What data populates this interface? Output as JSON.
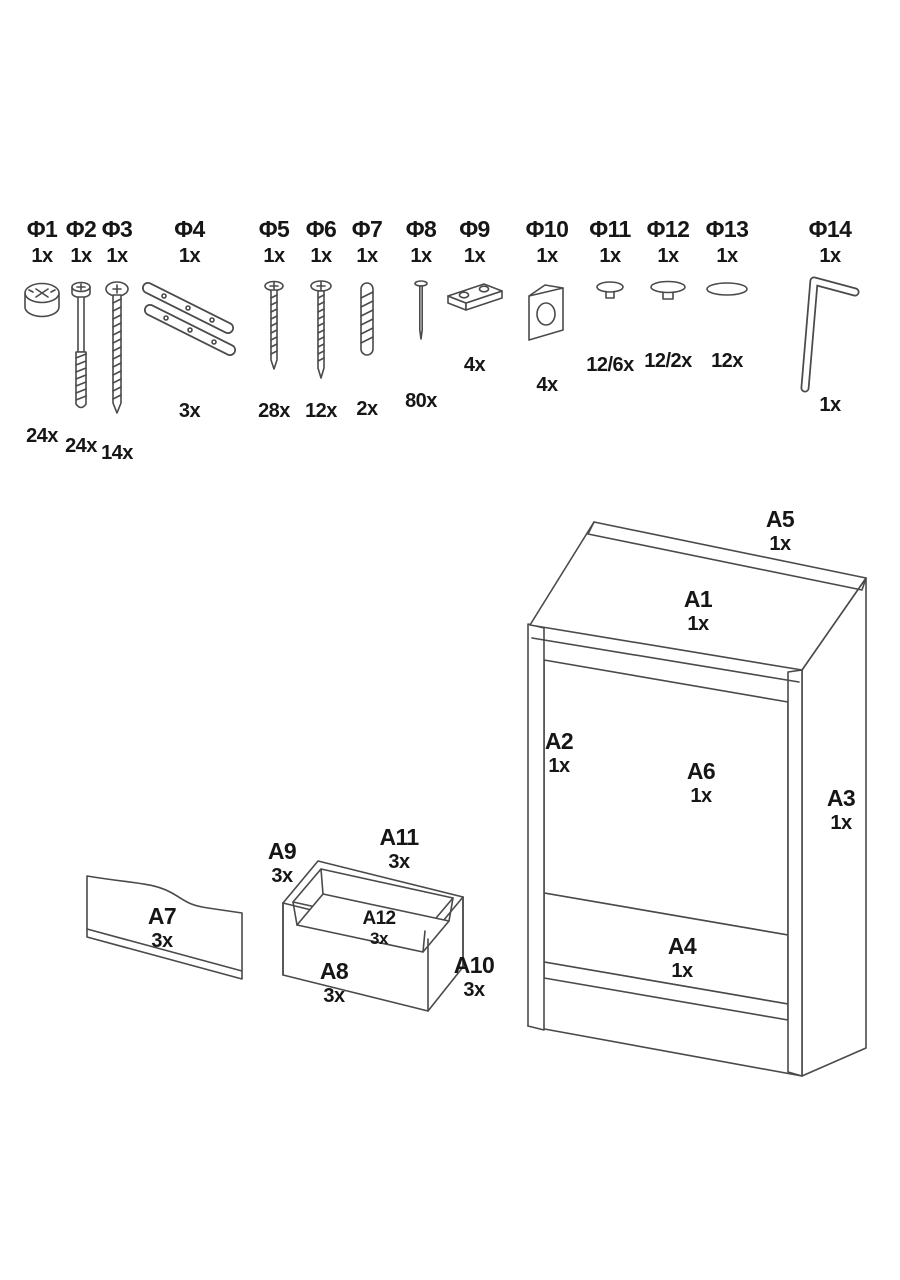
{
  "page": {
    "background": "#ffffff",
    "line_color": "#4a4a4a",
    "text_color": "#161616"
  },
  "hardware": {
    "items": [
      {
        "id": "Φ1",
        "unit": "1x",
        "qty": "24x",
        "icon": "cam-lock"
      },
      {
        "id": "Φ2",
        "unit": "1x",
        "qty": "24x",
        "icon": "cam-bolt"
      },
      {
        "id": "Φ3",
        "unit": "1x",
        "qty": "14x",
        "icon": "connecting-screw"
      },
      {
        "id": "Φ4",
        "unit": "1x",
        "qty": "3x",
        "icon": "drawer-runner-pair"
      },
      {
        "id": "Φ5",
        "unit": "1x",
        "qty": "28x",
        "icon": "wood-screw"
      },
      {
        "id": "Φ6",
        "unit": "1x",
        "qty": "12x",
        "icon": "wood-screw-large"
      },
      {
        "id": "Φ7",
        "unit": "1x",
        "qty": "2x",
        "icon": "wooden-dowel"
      },
      {
        "id": "Φ8",
        "unit": "1x",
        "qty": "80x",
        "icon": "nail"
      },
      {
        "id": "Φ9",
        "unit": "1x",
        "qty": "4x",
        "icon": "flat-bracket"
      },
      {
        "id": "Φ10",
        "unit": "1x",
        "qty": "4x",
        "icon": "corner-bracket"
      },
      {
        "id": "Φ11",
        "unit": "1x",
        "qty": "12/6x",
        "icon": "cover-cap-small"
      },
      {
        "id": "Φ12",
        "unit": "1x",
        "qty": "12/2x",
        "icon": "cover-cap-medium"
      },
      {
        "id": "Φ13",
        "unit": "1x",
        "qty": "12x",
        "icon": "cover-cap-large"
      },
      {
        "id": "Φ14",
        "unit": "1x",
        "qty": "1x",
        "icon": "allen-key"
      }
    ]
  },
  "panels": {
    "items": [
      {
        "id": "A1",
        "qty": "1x"
      },
      {
        "id": "A2",
        "qty": "1x"
      },
      {
        "id": "A3",
        "qty": "1x"
      },
      {
        "id": "A4",
        "qty": "1x"
      },
      {
        "id": "A5",
        "qty": "1x"
      },
      {
        "id": "A6",
        "qty": "1x"
      },
      {
        "id": "A7",
        "qty": "3x"
      },
      {
        "id": "A8",
        "qty": "3x"
      },
      {
        "id": "A9",
        "qty": "3x"
      },
      {
        "id": "A10",
        "qty": "3x"
      },
      {
        "id": "A11",
        "qty": "3x"
      },
      {
        "id": "A12",
        "qty": "3x"
      }
    ]
  }
}
